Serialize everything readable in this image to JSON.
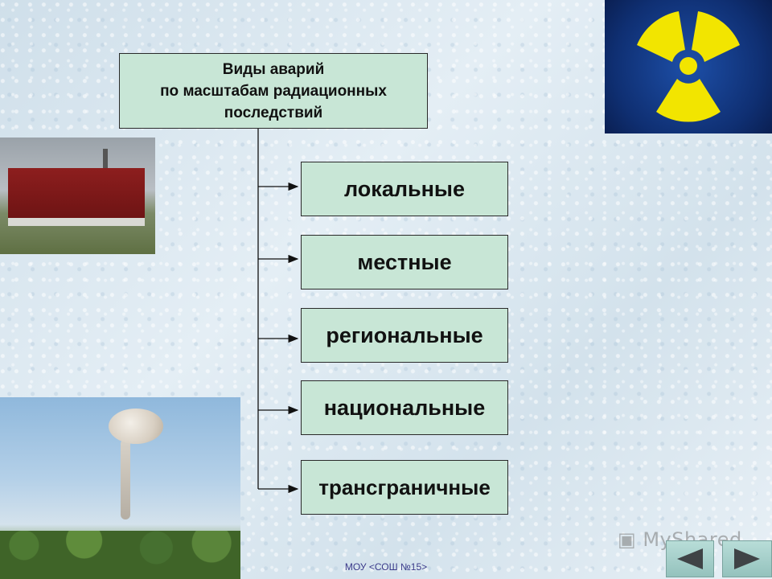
{
  "diagram": {
    "title_lines": [
      "Виды аварий",
      "по масштабам радиационных",
      "последствий"
    ],
    "items": [
      "локальные",
      "местные",
      "региональные",
      "национальные",
      "трансграничные"
    ]
  },
  "footer": {
    "text": "МОУ <СОШ №15>"
  },
  "watermark": {
    "text": "MyShared"
  },
  "colors": {
    "box_fill": "#c8e6d6",
    "radiation_yellow": "#f2e500",
    "radiation_bg": "#0f2f72"
  },
  "icons": {
    "radiation": "radiation-trefoil-icon",
    "prev": "arrow-left-icon",
    "next": "arrow-right-icon",
    "watermark_logo": "presentation-icon"
  }
}
